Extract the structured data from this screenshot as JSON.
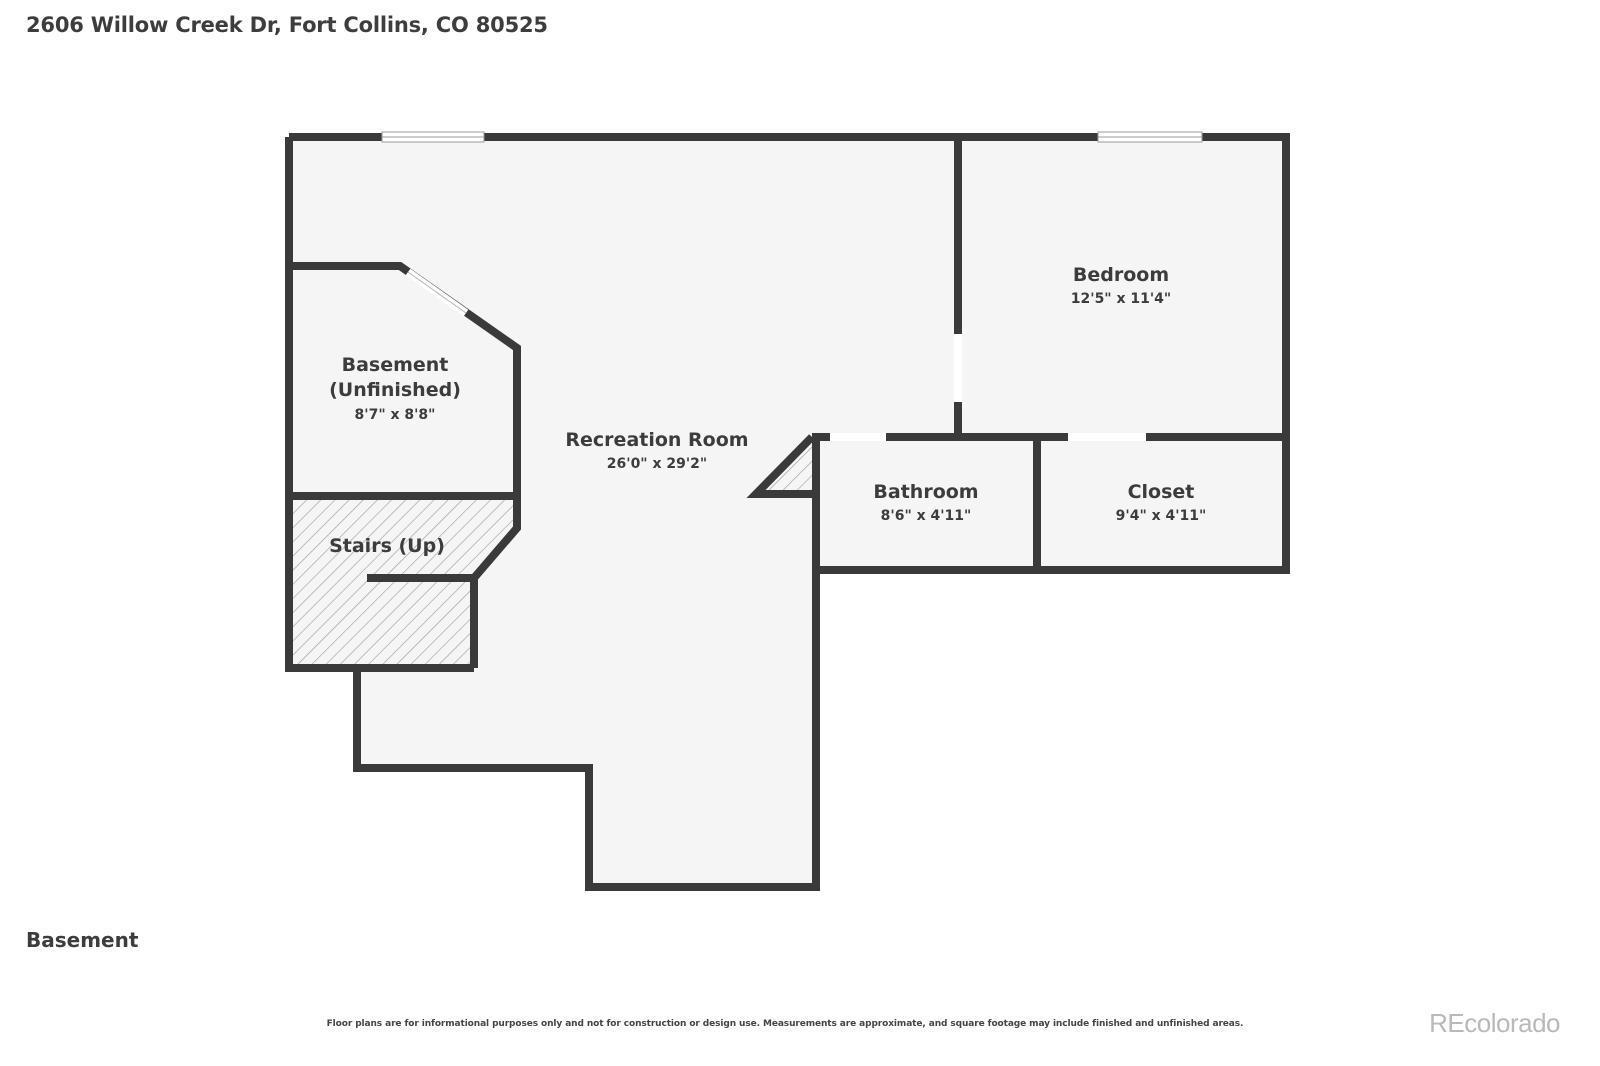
{
  "header": {
    "address": "2606 Willow Creek Dr, Fort Collins, CO 80525"
  },
  "floor": {
    "name": "Basement"
  },
  "rooms": [
    {
      "name": "Recreation Room",
      "dims": "26'0\" x 29'2\""
    },
    {
      "name": "Bedroom",
      "dims": "12'5\" x 11'4\""
    },
    {
      "name": "Basement",
      "name2": "(Unfinished)",
      "dims": "8'7\" x 8'8\""
    },
    {
      "name": "Stairs (Up)"
    },
    {
      "name": "Bathroom",
      "dims": "8'6\" x 4'11\""
    },
    {
      "name": "Closet",
      "dims": "9'4\" x 4'11\""
    }
  ],
  "footer": {
    "disclaimer": "Floor plans are for informational purposes only and not for construction or design use. Measurements are approximate, and square footage may include finished and unfinished areas.",
    "watermark": "REcolorado"
  },
  "colors": {
    "wall": "#3a3a3a",
    "floor": "#f5f5f5",
    "window": "#ffffff",
    "text": "#3c3c3c"
  }
}
